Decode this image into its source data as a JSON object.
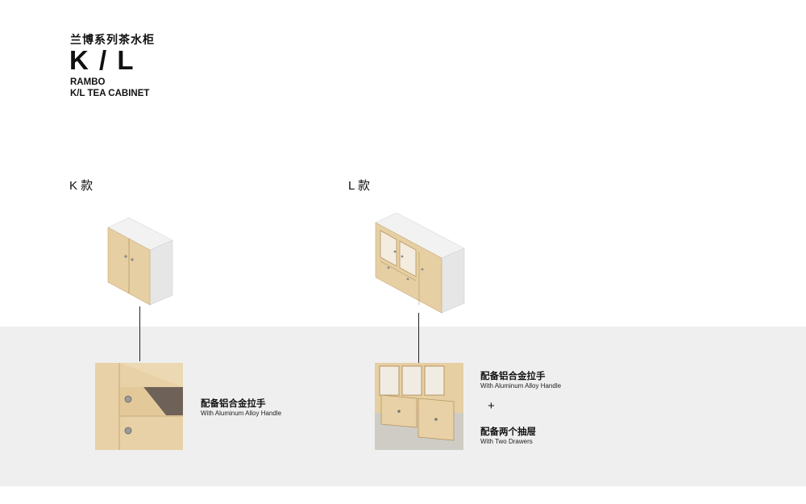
{
  "header": {
    "title_cn": "兰博系列茶水柜",
    "model_code": "K / L",
    "title_en_line1": "RAMBO",
    "title_en_line2": "K/L TEA CABINET"
  },
  "variants": {
    "k": {
      "label": "K 款",
      "features": [
        {
          "cn": "配备铝合金拉手",
          "en": "With Aluminum Alloy Handle"
        }
      ]
    },
    "l": {
      "label": "L 款",
      "features": [
        {
          "cn": "配备铝合金拉手",
          "en": "With Aluminum Alloy Handle"
        },
        {
          "cn": "配备两个抽屉",
          "en": "With Two Drawers"
        }
      ],
      "joiner": "+"
    }
  },
  "colors": {
    "wood": "#e6cfa3",
    "wood_dark": "#c9a774",
    "frame": "#e9e9e9",
    "band": "#efefef"
  }
}
